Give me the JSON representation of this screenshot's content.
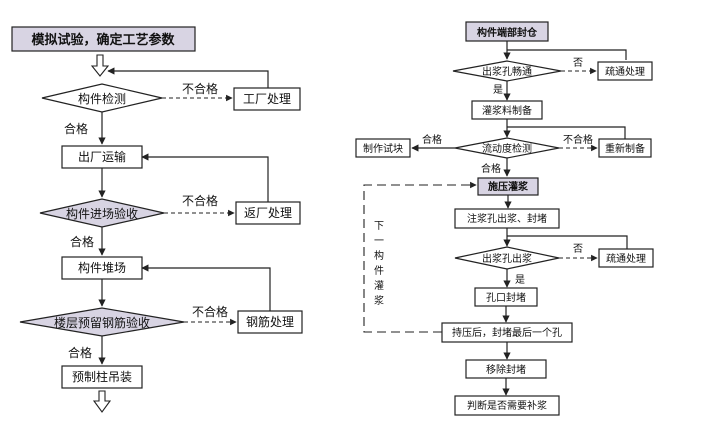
{
  "left": {
    "title": "模拟试验，确定工艺参数",
    "check1": "构件检测",
    "factory_handle": "工厂处理",
    "transport": "出厂运输",
    "check2": "构件进场验收",
    "return_handle": "返厂处理",
    "stack": "构件堆场",
    "check3": "楼层预留钢筋验收",
    "rebar_handle": "钢筋处理",
    "hoist": "预制柱吊装",
    "pass": "合格",
    "fail": "不合格"
  },
  "right": {
    "title": "构件端部封仓",
    "d1": "出浆孔畅通",
    "yes": "是",
    "no": "否",
    "unblock": "疏通处理",
    "grout_prep": "灌浆料制备",
    "d2": "流动度检测",
    "pass": "合格",
    "fail": "不合格",
    "specimen": "制作试块",
    "redo": "重新制备",
    "pressure": "施压灌浆",
    "inject": "注浆孔出浆、封堵",
    "d3": "出浆孔出浆",
    "unblock2": "疏通处理",
    "seal": "孔口封堵",
    "hold": "持压后，封堵最后一个孔",
    "remove": "移除封堵",
    "judge": "判断是否需要补浆",
    "next_c1": "下",
    "next_c2": "一",
    "next_c3": "构",
    "next_c4": "件",
    "next_c5": "灌",
    "next_c6": "浆"
  }
}
